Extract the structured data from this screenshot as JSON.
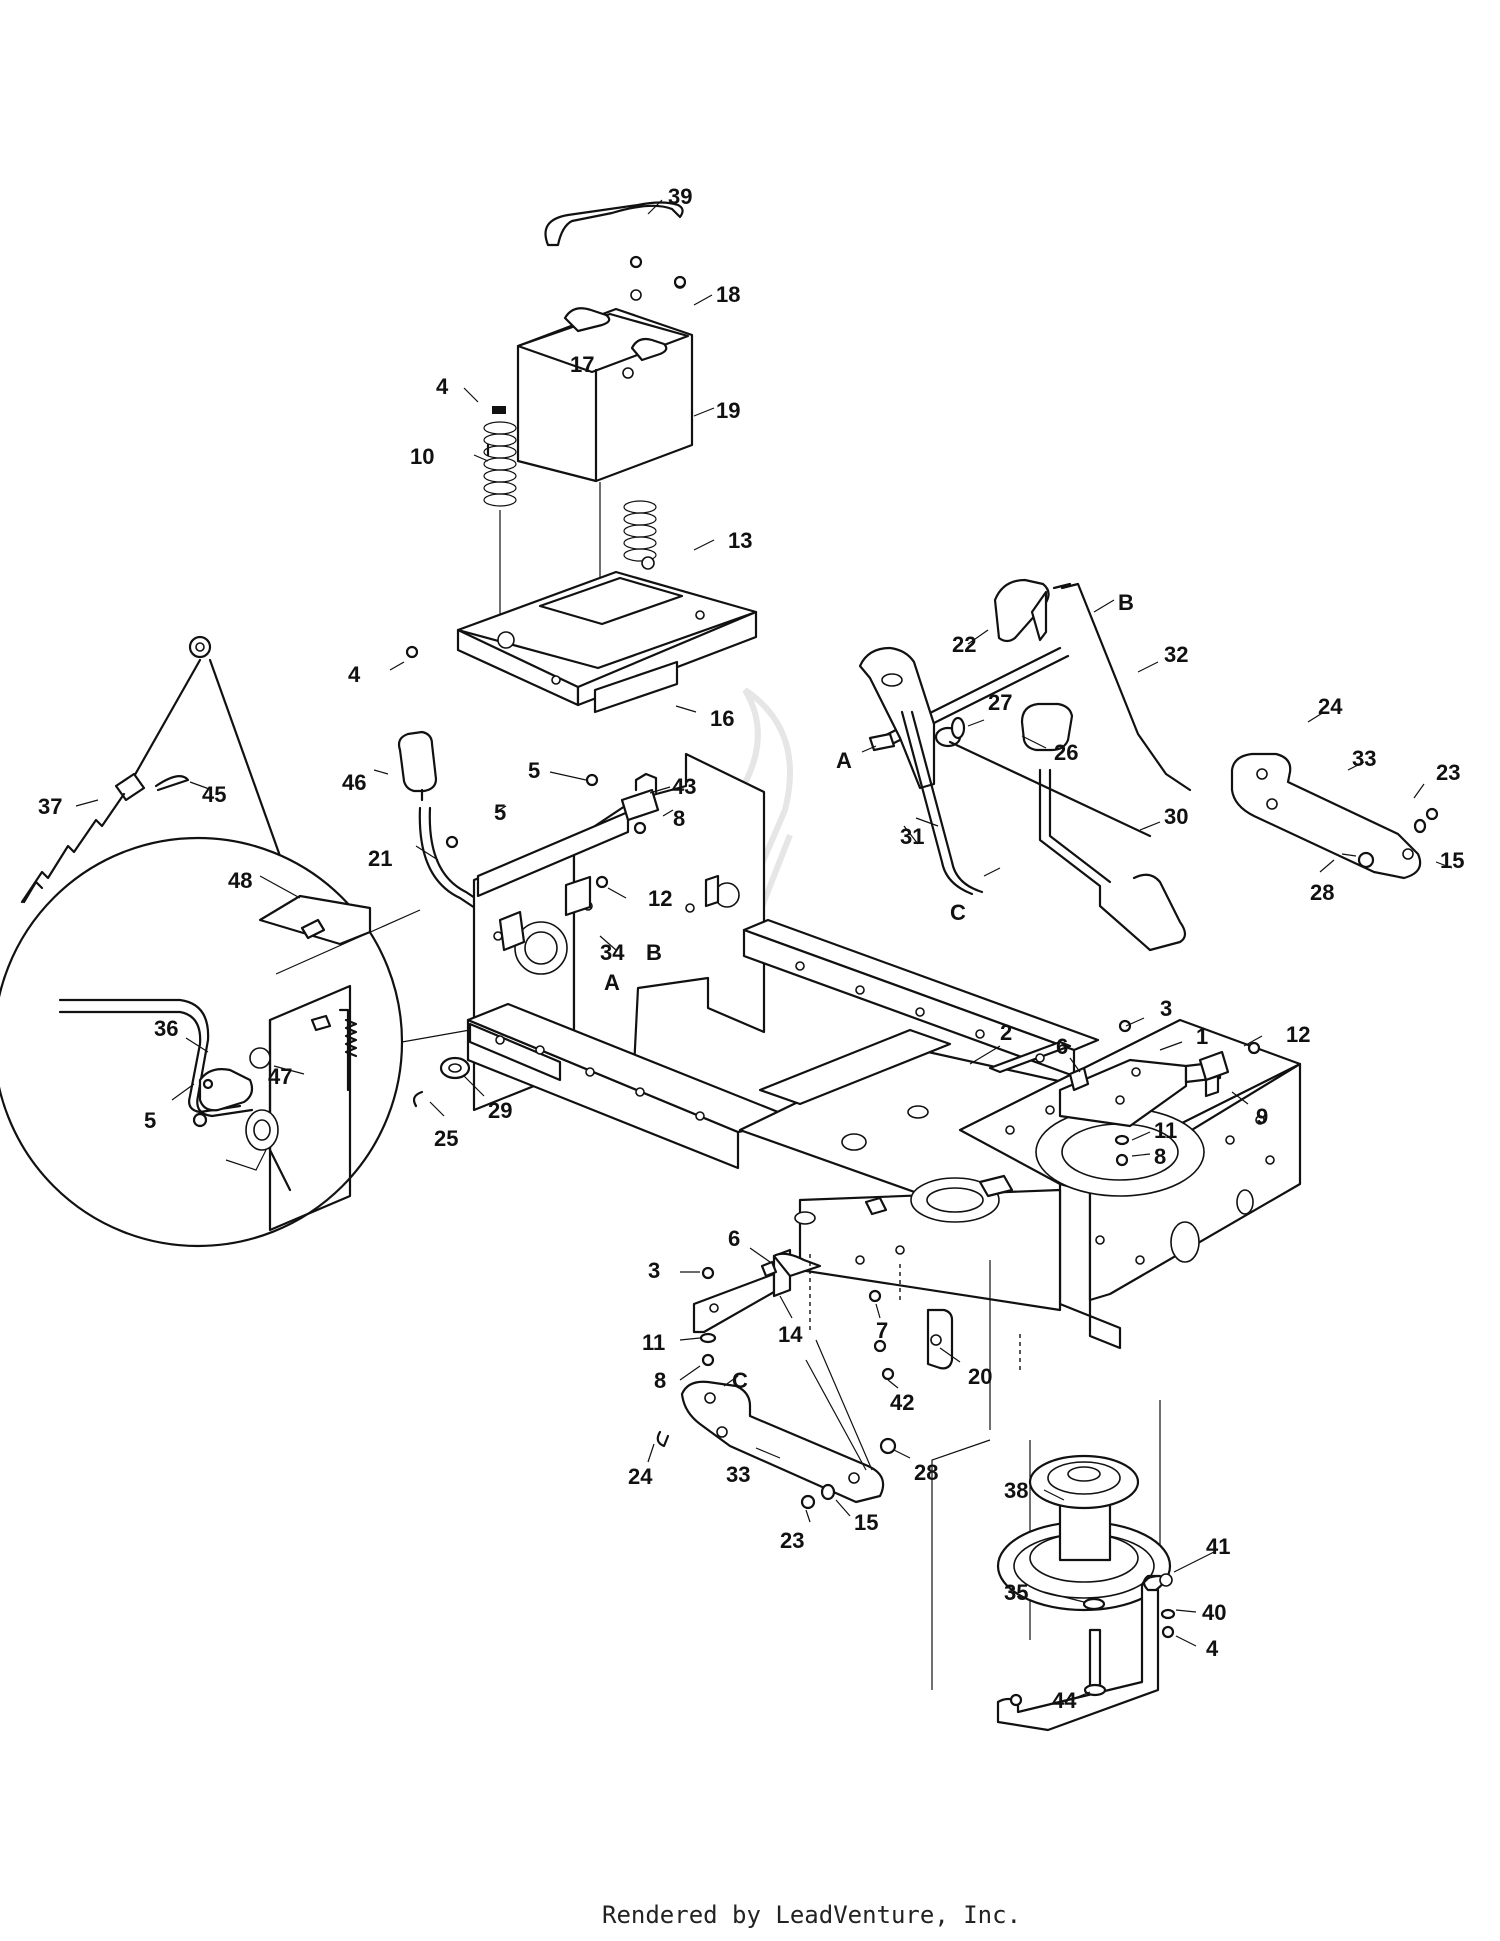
{
  "diagram": {
    "callouts": [
      "39",
      "18",
      "17",
      "4",
      "19",
      "10",
      "13",
      "4",
      "16",
      "46",
      "5",
      "5",
      "43",
      "8",
      "12",
      "34",
      "21",
      "A",
      "B",
      "22",
      "B",
      "32",
      "27",
      "24",
      "33",
      "23",
      "26",
      "A",
      "31",
      "30",
      "C",
      "15",
      "28",
      "37",
      "45",
      "48",
      "36",
      "47",
      "5",
      "2",
      "3",
      "1",
      "12",
      "6",
      "9",
      "11",
      "8",
      "25",
      "29",
      "3",
      "6",
      "11",
      "8",
      "14",
      "7",
      "42",
      "20",
      "C",
      "24",
      "33",
      "23",
      "15",
      "28",
      "38",
      "41",
      "35",
      "40",
      "4",
      "44"
    ],
    "markers": [
      "A",
      "B",
      "C"
    ]
  },
  "footer": {
    "credit": "Rendered by LeadVenture, Inc."
  }
}
